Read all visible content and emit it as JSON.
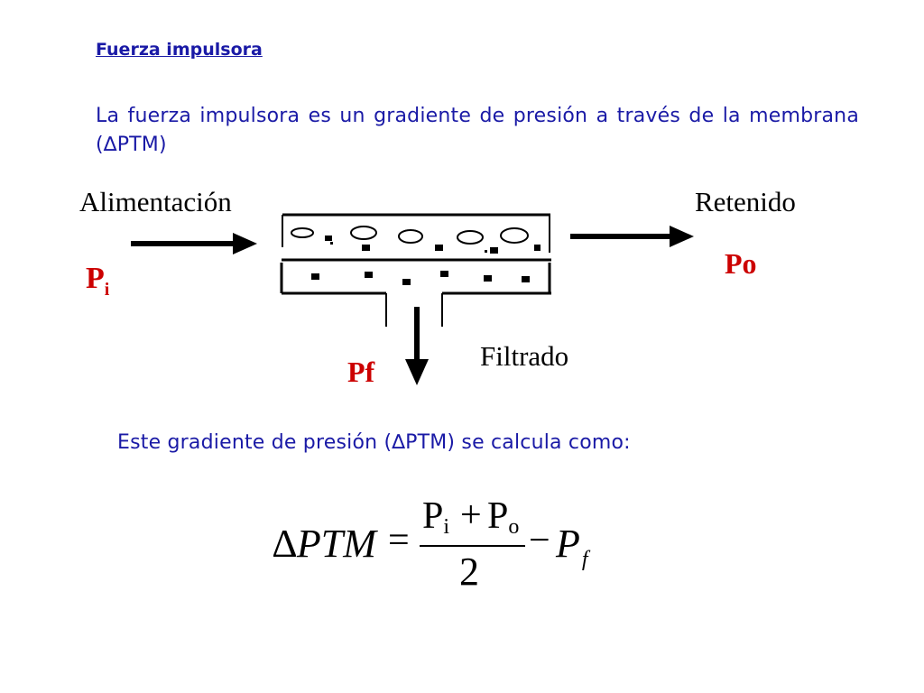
{
  "heading": "Fuerza impulsora",
  "description": "La fuerza impulsora es un gradiente de presión a través de la membrana (∆PTM)",
  "diagram": {
    "feed_label": "Alimentación",
    "retentate_label": "Retenido",
    "filtrate_label": "Filtrado",
    "inlet_pressure_symbol": "P",
    "inlet_pressure_subscript": "i",
    "outlet_pressure": "Po",
    "filtrate_pressure": "Pf"
  },
  "formula_intro": "Este gradiente de presión (∆PTM) se calcula como:",
  "formula": {
    "lhs": "∆PTM",
    "equals": "=",
    "numerator_term1_symbol": "P",
    "numerator_term1_subscript": "i",
    "numerator_plus": "+",
    "numerator_term2_symbol": "P",
    "numerator_term2_subscript": "o",
    "denominator": "2",
    "minus": "−",
    "last_term_symbol": "P",
    "last_term_subscript": "f"
  },
  "colors": {
    "text_blue": "#1a1aa6",
    "pressure_red": "#cc0000"
  }
}
